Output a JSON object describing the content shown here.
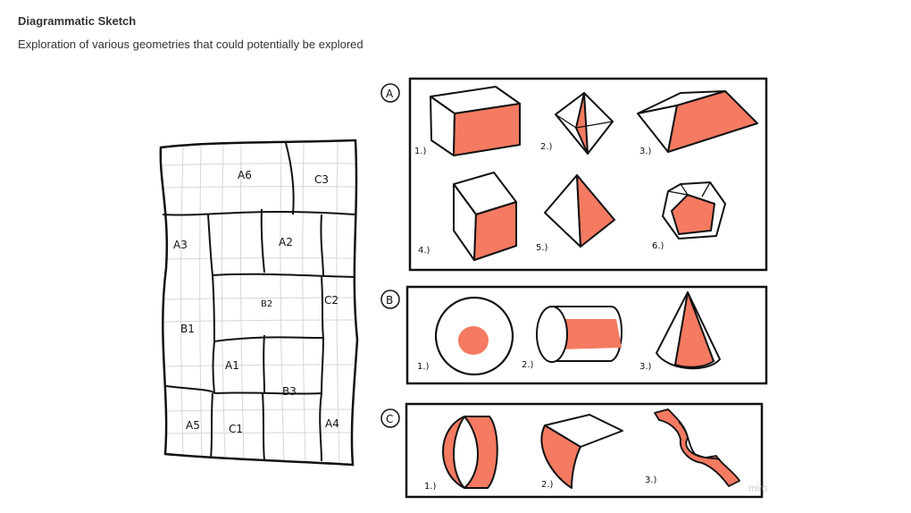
{
  "header": {
    "title": "Diagrammatic Sketch",
    "subtitle": "Exploration of various geometries that could potentially be explored"
  },
  "colors": {
    "accent": "#F47A61",
    "ink": "#111111",
    "grid": "#d8d8d8"
  },
  "plan": {
    "labels": [
      "A6",
      "C3",
      "A3",
      "A2",
      "B2",
      "C2",
      "B1",
      "A1",
      "B3",
      "A5",
      "C1",
      "A4"
    ]
  },
  "groups": [
    {
      "letter": "A",
      "items": [
        "1.)",
        "2.)",
        "3.)",
        "4.)",
        "5.)",
        "6.)"
      ]
    },
    {
      "letter": "B",
      "items": [
        "1.)",
        "2.)",
        "3.)"
      ]
    },
    {
      "letter": "C",
      "items": [
        "1.)",
        "2.)",
        "3.)"
      ]
    }
  ],
  "watermark": "miro"
}
